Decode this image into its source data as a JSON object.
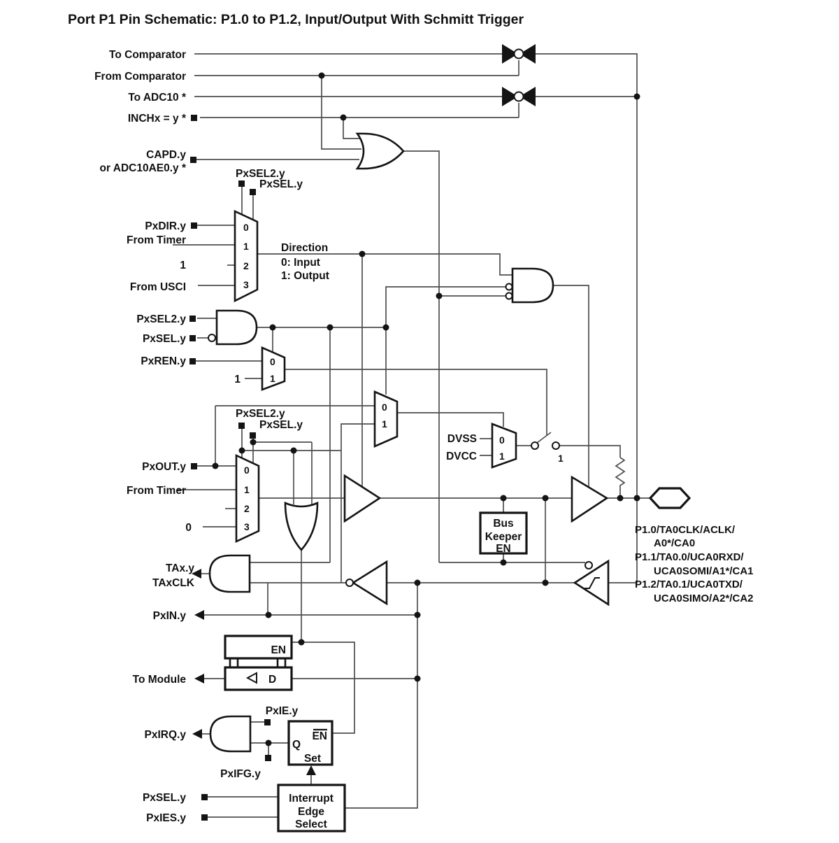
{
  "title": "Port P1 Pin Schematic: P1.0 to P1.2, Input/Output With Schmitt Trigger",
  "colors": {
    "wire": "#4f4f4f",
    "shape": "#141414",
    "text": "#111111",
    "background": "#ffffff"
  },
  "signals_left": {
    "to_comparator": "To Comparator",
    "from_comparator": "From Comparator",
    "to_adc10": "To ADC10 *",
    "inchx": "INCHx = y *",
    "capd_line1": "CAPD.y",
    "capd_line2": "or ADC10AE0.y *",
    "pxdir": "PxDIR.y",
    "from_timer": "From Timer",
    "one": "1",
    "zero": "0",
    "from_usci": "From USCI",
    "pxsel2": "PxSEL2.y",
    "pxsel": "PxSEL.y",
    "pxren": "PxREN.y",
    "pxout": "PxOUT.y",
    "tax": "TAx.y",
    "taxclk": "TAxCLK",
    "pxin": "PxIN.y",
    "to_module": "To Module",
    "pxie": "PxIE.y",
    "pxirq": "PxIRQ.y",
    "pxifg": "PxIFG.y",
    "pxies": "PxIES.y"
  },
  "direction_note": {
    "line1": "Direction",
    "line2": "0: Input",
    "line3": "1: Output"
  },
  "mux_digits": {
    "d0": "0",
    "d1": "1",
    "d2": "2",
    "d3": "3"
  },
  "rails": {
    "dvss": "DVSS",
    "dvcc": "DVCC",
    "switch_one": "1"
  },
  "bus_keeper": {
    "line1": "Bus",
    "line2": "Keeper",
    "line3": "EN"
  },
  "latch": {
    "en": "EN",
    "d": "D"
  },
  "interrupt_ff": {
    "en_bar": "EN",
    "q": "Q",
    "set": "Set"
  },
  "interrupt_edge_select": {
    "line1": "Interrupt",
    "line2": "Edge",
    "line3": "Select"
  },
  "pins": {
    "lines": [
      "P1.0/TA0CLK/ACLK/",
      "A0*/CA0",
      "P1.1/TA0.0/UCA0RXD/",
      "UCA0SOMI/A1*/CA1",
      "P1.2/TA0.1/UCA0TXD/",
      "UCA0SIMO/A2*/CA2"
    ]
  }
}
